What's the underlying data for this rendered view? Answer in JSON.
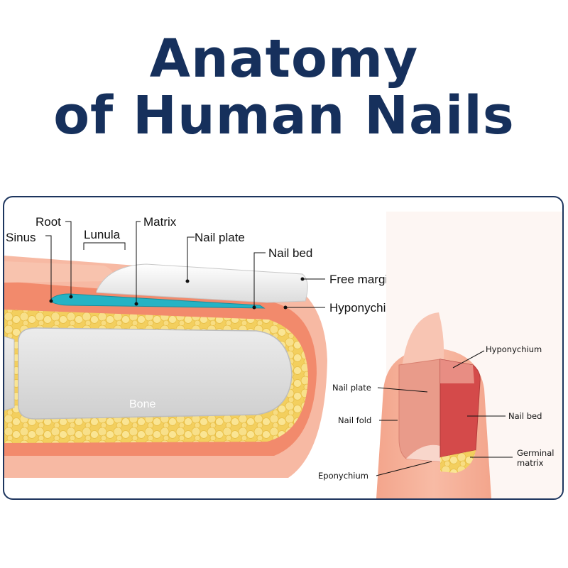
{
  "title": {
    "line1": "Anatomy",
    "line2": "of Human Nails"
  },
  "cross_section": {
    "labels": {
      "sinus": "Sinus",
      "root": "Root",
      "lunula": "Lunula",
      "matrix": "Matrix",
      "nail_plate": "Nail plate",
      "nail_bed": "Nail bed",
      "free_margin": "Free margin",
      "hyponychium": "Hyponychium",
      "bone": "Bone"
    }
  },
  "finger_view": {
    "labels": {
      "hyponychium": "Hyponychium",
      "nail_plate": "Nail plate",
      "nail_fold": "Nail fold",
      "nail_bed": "Nail bed",
      "germinal_matrix_1": "Germinal",
      "germinal_matrix_2": "matrix",
      "eponychium": "Eponychium"
    }
  },
  "colors": {
    "title": "#16305c",
    "frame": "#1d355e",
    "skin": "#f6b49e",
    "dermis": "#f28a6c",
    "fat": "#f6d870",
    "bone": "#dcdcdc",
    "matrix": "#25b3c4",
    "nail_plate": "#f2f2f2",
    "nail_bed_red": "#d84a4a"
  }
}
